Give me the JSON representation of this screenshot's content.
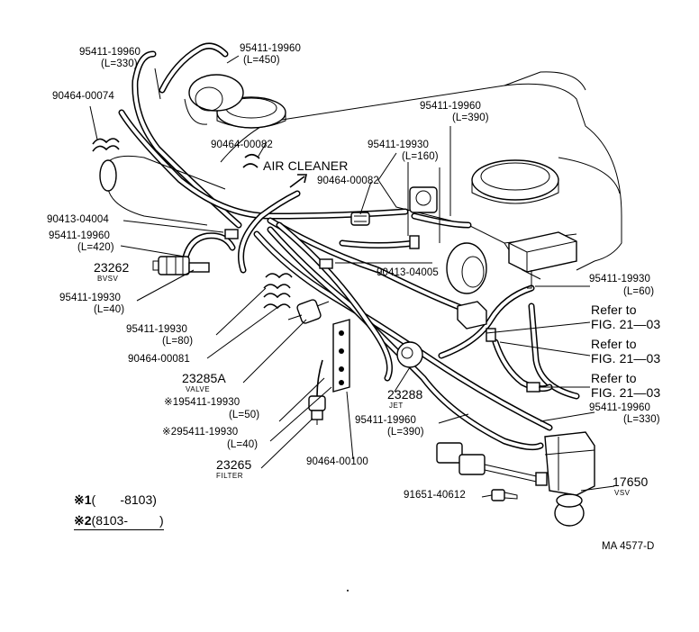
{
  "labels": {
    "p95411_19960_330_top": "95411-19960",
    "p95411_19960_330_top_len": "(L=330)",
    "p95411_19960_450": "95411-19960",
    "p95411_19960_450_len": "(L=450)",
    "p90464_00074": "90464-00074",
    "p95411_19960_390_top": "95411-19960",
    "p95411_19960_390_top_len": "(L=390)",
    "p90464_00082_a": "90464-00082",
    "p95411_19930_160": "95411-19930",
    "p95411_19930_160_len": "(L=160)",
    "air_cleaner": "AIR CLEANER",
    "p90464_00082_b": "90464-00082",
    "p90413_04004": "90413-04004",
    "p95411_19960_420": "95411-19960",
    "p95411_19960_420_len": "(L=420)",
    "p23262": "23262",
    "p23262_name": "BVSV",
    "p90413_04005": "90413-04005",
    "p95411_19930_60": "95411-19930",
    "p95411_19930_60_len": "(L=60)",
    "p95411_19930_40_a": "95411-19930",
    "p95411_19930_40_a_len": "(L=40)",
    "refer_1": "Refer to",
    "fig_1": "FIG. 21—03",
    "refer_2": "Refer to",
    "fig_2": "FIG. 21—03",
    "refer_3": "Refer to",
    "fig_3": "FIG. 21—03",
    "p95411_19930_80": "95411-19930",
    "p95411_19930_80_len": "(L=80)",
    "p90464_00081": "90464-00081",
    "p23285a": "23285A",
    "p23285a_name": "VALVE",
    "p_star1": "※195411-19930",
    "p_star1_len": "(L=50)",
    "p_star2": "※295411-19930",
    "p_star2_len": "(L=40)",
    "p23288": "23288",
    "p23288_name": "JET",
    "p95411_19960_390_bot": "95411-19960",
    "p95411_19960_390_bot_len": "(L=390)",
    "p95411_19960_330_bot": "95411-19960",
    "p95411_19960_330_bot_len": "(L=330)",
    "p90464_00100": "90464-00100",
    "p23265": "23265",
    "p23265_name": "FILTER",
    "p17650": "17650",
    "p17650_name": "VSV",
    "p91651_40612": "91651-40612",
    "figure_code": "MA 4577-D"
  },
  "notes": {
    "note1_mark": "※1",
    "note1_text": "(       -8103)",
    "note2_mark": "※2",
    "note2_text": "(8103-         )"
  },
  "icons": {
    "arrow": "air-cleaner-arrow-icon"
  }
}
